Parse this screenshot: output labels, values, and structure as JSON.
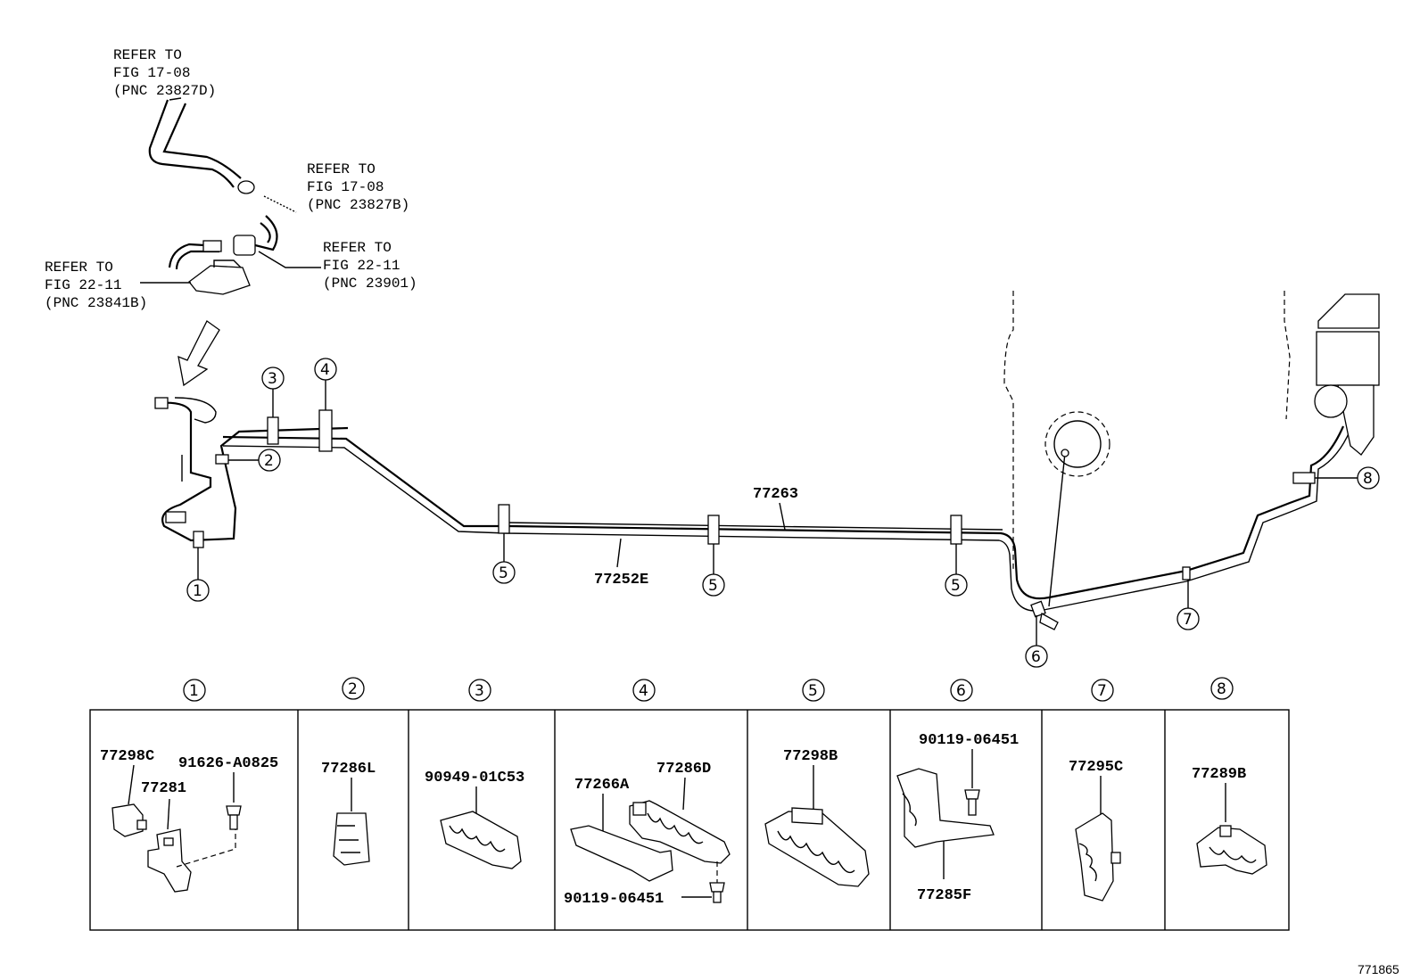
{
  "references": [
    {
      "l1": "REFER TO",
      "l2": "FIG 17-08",
      "l3": "(PNC 23827D)"
    },
    {
      "l1": "REFER TO",
      "l2": "FIG 17-08",
      "l3": "(PNC 23827B)"
    },
    {
      "l1": "REFER TO",
      "l2": "FIG 22-11",
      "l3": "(PNC 23901)"
    },
    {
      "l1": "REFER TO",
      "l2": "FIG 22-11",
      "l3": "(PNC 23841B)"
    }
  ],
  "main_parts": {
    "tube_upper": "77263",
    "tube_lower": "77252E"
  },
  "callouts": [
    "1",
    "2",
    "3",
    "4",
    "5",
    "6",
    "7",
    "8"
  ],
  "detail_panels": [
    {
      "num": "1",
      "parts": [
        "77298C",
        "77281",
        "91626-A0825"
      ]
    },
    {
      "num": "2",
      "parts": [
        "77286L"
      ]
    },
    {
      "num": "3",
      "parts": [
        "90949-01C53"
      ]
    },
    {
      "num": "4",
      "parts": [
        "77266A",
        "77286D",
        "90119-06451"
      ]
    },
    {
      "num": "5",
      "parts": [
        "77298B"
      ]
    },
    {
      "num": "6",
      "parts": [
        "90119-06451",
        "77285F"
      ]
    },
    {
      "num": "7",
      "parts": [
        "77295C"
      ]
    },
    {
      "num": "8",
      "parts": [
        "77289B"
      ]
    }
  ],
  "figure_id": "771865"
}
